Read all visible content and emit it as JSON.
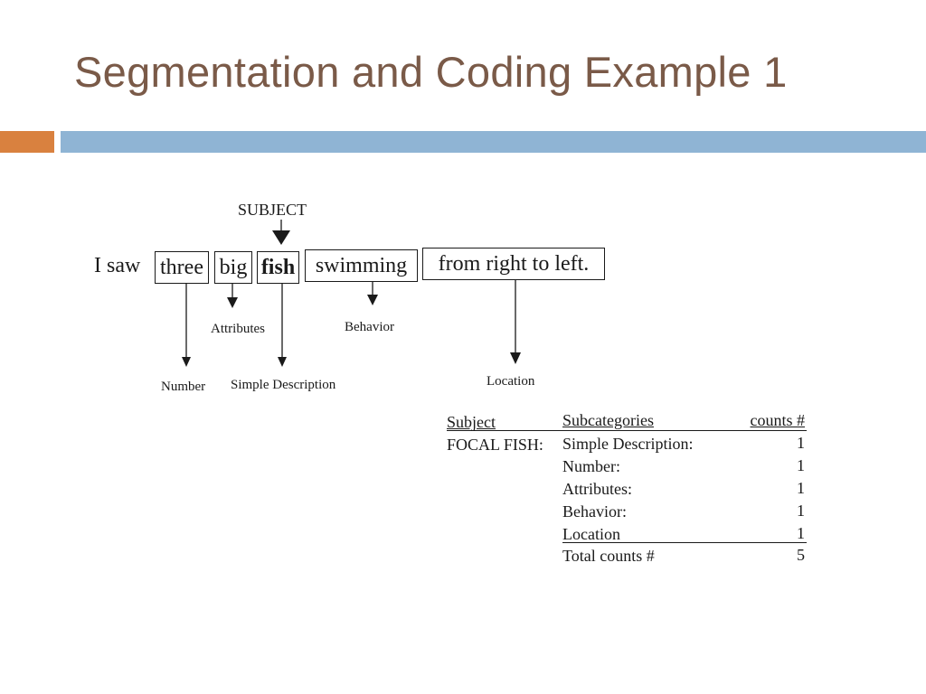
{
  "slide": {
    "title": "Segmentation and Coding Example 1"
  },
  "colors": {
    "title": "#7a5a48",
    "bar_accent": "#d9813f",
    "bar_main": "#8fb4d4"
  },
  "sentence": {
    "lead": "I saw",
    "segments": [
      "three",
      "big",
      "fish",
      "swimming",
      "from right to left."
    ]
  },
  "labels": {
    "subject": "SUBJECT",
    "attributes": "Attributes",
    "behavior": "Behavior",
    "number": "Number",
    "simple_description": "Simple Description",
    "location": "Location"
  },
  "coding_table": {
    "headers": [
      "Subject",
      "Subcategories",
      "counts #"
    ],
    "subject": "FOCAL FISH:",
    "rows": [
      {
        "category": "Simple Description:",
        "count": "1"
      },
      {
        "category": "Number:",
        "count": "1"
      },
      {
        "category": "Attributes:",
        "count": "1"
      },
      {
        "category": "Behavior:",
        "count": "1"
      },
      {
        "category": "Location",
        "count": "1"
      }
    ],
    "total_label": "Total counts #",
    "total_count": "5"
  }
}
